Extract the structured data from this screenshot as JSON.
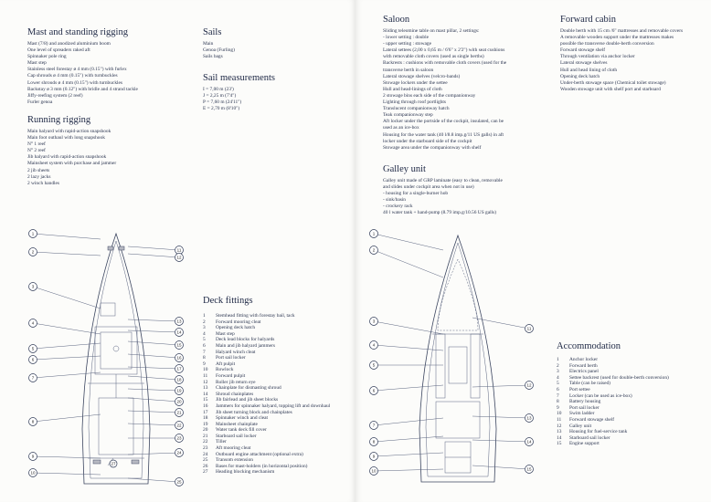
{
  "left": {
    "mast": {
      "title": "Mast and standing rigging",
      "lines": [
        "Mast (7/8) and anodized aluminium boom",
        "One level of spreaders raked aft",
        "Spinnaker pole ring",
        "Mast step",
        "Stainless steel forestay ø 4 mm (0.15\") with furlex",
        "Cap shrouds ø 4 mm (0.15\") with turnbuckles",
        "Lower shrouds ø 4 mm (0.15\") with turnbuckles",
        "Backstay ø 3 mm (0.12\") with bridle and 4 strand tackle",
        "Jiffy-reefing system (2 reef)",
        "Furler genoa"
      ]
    },
    "running": {
      "title": "Running rigging",
      "lines": [
        "Main halyard with rapid-action snapshook",
        "Main foot outhaul with long snapshook",
        "N° 1 reef",
        "N° 2 reef",
        "Jib halyard with rapid-action snapshook",
        "Mainsheet system with purchase and jammer",
        "2 jib sheets",
        "2 lazy jacks",
        "2 winch handles"
      ]
    },
    "sails": {
      "title": "Sails",
      "lines": [
        "Main",
        "Genoa (Furling)",
        "Sails bags"
      ]
    },
    "measure": {
      "title": "Sail measurements",
      "lines": [
        "I = 7,00 m (23')",
        "J = 2,25 m (7'4\")",
        "P = 7,60 m (24'11\")",
        "E = 2,70 m (8'10\")"
      ]
    },
    "deck": {
      "title": "Deck fittings",
      "items": [
        {
          "n": "1",
          "t": "Stemhead fitting with forestay bail, tack"
        },
        {
          "n": "2",
          "t": "Forward mooring cleat"
        },
        {
          "n": "3",
          "t": "Opening deck hatch"
        },
        {
          "n": "4",
          "t": "Mast step"
        },
        {
          "n": "5",
          "t": "Deck lead blocks for halyards"
        },
        {
          "n": "6",
          "t": "Main and jib halyard jammers"
        },
        {
          "n": "7",
          "t": "Halyard winch cleat"
        },
        {
          "n": "8",
          "t": "Port sail locker"
        },
        {
          "n": "9",
          "t": "Aft pulpit"
        },
        {
          "n": "10",
          "t": "Rowlock"
        },
        {
          "n": "11",
          "t": "Forward pulpit"
        },
        {
          "n": "12",
          "t": "Roller jib return eye"
        },
        {
          "n": "13",
          "t": "Chainplate for dismasting shroud"
        },
        {
          "n": "14",
          "t": "Shroud chainplates"
        },
        {
          "n": "15",
          "t": "Jib fairlead and jib sheet blocks"
        },
        {
          "n": "16",
          "t": "Jammers for spinnaker halyard, topping lift and downhaul"
        },
        {
          "n": "17",
          "t": "Jib sheet turning block and chainplates"
        },
        {
          "n": "18",
          "t": "Spinnaker winch and cleat"
        },
        {
          "n": "19",
          "t": "Mainsheet chainplate"
        },
        {
          "n": "20",
          "t": "Water tank deck fill cover"
        },
        {
          "n": "21",
          "t": "Starboard sail locker"
        },
        {
          "n": "22",
          "t": "Tiller"
        },
        {
          "n": "23",
          "t": "Aft mooring cleat"
        },
        {
          "n": "24",
          "t": "Outboard engine attachment (optional extra)"
        },
        {
          "n": "25",
          "t": "Transom extension"
        },
        {
          "n": "26",
          "t": "Bases for mast-holders (in horizontal position)"
        },
        {
          "n": "27",
          "t": "Heading blocking mechanism"
        }
      ]
    },
    "callouts": {
      "left": [
        "1",
        "2",
        "3",
        "4",
        "5",
        "6",
        "7",
        "8",
        "9",
        "10"
      ],
      "right": [
        "11",
        "12",
        "13",
        "14",
        "15",
        "16",
        "17",
        "18",
        "19",
        "20",
        "21",
        "22",
        "23",
        "24",
        "25"
      ],
      "inner": "27"
    }
  },
  "right": {
    "saloon": {
      "title": "Saloon",
      "lines": [
        "Sliding teleomine table on mast pillar, 2 settings:",
        "- lower setting : double",
        "- upper setting : stowage",
        "Lateral settees (2,00 x 0,65 m / 6'6\" x 2'2\") with seat cushions",
        "with removable cloth covers (used as single berths)",
        "Backrests : cushions with removable cloth covers (used for the",
        "transverse berth in saloon",
        "Lateral stowage shelves (velcro-bands)",
        "Stowage lockers under the settee",
        "Hull and head-linings of cloth",
        "2 stowage bins each side of the companionway",
        "Lighting through roof portlights",
        "Translucent companionway hatch",
        "Teak companionway step",
        "Aft locker under the portside of the cockpit, insulated, can be",
        "used as an ice-box",
        "Housing for the water tank (40 l/8.8 imp.g/11 US galls) in aft",
        "locker under the starboard side of the cockpit",
        "Stowage area under the companionway with shelf"
      ]
    },
    "galley": {
      "title": "Galley unit",
      "lines": [
        "Galley unit made of GRP laminate (easy to clean, removable",
        "and slides under cockpit area when not in use)",
        "- housing for a single-burner hob",
        "- sink/basin",
        "- crockery rack",
        "40 l water tank + hand-pump (8.79 imp.g/10.56 US galls)"
      ]
    },
    "forward": {
      "title": "Forward cabin",
      "lines": [
        "Double berth with 15 cm /6\" mattresses and removable covers",
        "A removable wooden support under the mattresses makes",
        "possible the transverse double-berth conversion",
        "Forward stowage shelf",
        "Through ventilation via anchor locker",
        "Lateral stowage shelves",
        "Hull and head lining of cloth",
        "Opening deck hatch",
        "Under-berth stowage space (Chemical toilet stowage)",
        "Wooden stowage unit with shelf port and starboard"
      ]
    },
    "accom": {
      "title": "Accommodation",
      "items": [
        {
          "n": "1",
          "t": "Anchor locker"
        },
        {
          "n": "2",
          "t": "Forward berth"
        },
        {
          "n": "3",
          "t": "Electrics panel"
        },
        {
          "n": "4",
          "t": "Settee backrest (used for double-berth conversion)"
        },
        {
          "n": "5",
          "t": "Table (can be raised)"
        },
        {
          "n": "6",
          "t": "Port settee"
        },
        {
          "n": "7",
          "t": "Locker (can be used as ice-box)"
        },
        {
          "n": "8",
          "t": "Battery housing"
        },
        {
          "n": "9",
          "t": "Port sail locker"
        },
        {
          "n": "10",
          "t": "Swim ladder"
        },
        {
          "n": "11",
          "t": "Forward stowage shelf"
        },
        {
          "n": "12",
          "t": "Galley unit"
        },
        {
          "n": "13",
          "t": "Housing for fuel-service tank"
        },
        {
          "n": "14",
          "t": "Starboard sail locker"
        },
        {
          "n": "15",
          "t": "Engine support"
        }
      ]
    },
    "callouts": {
      "left": [
        "1",
        "2",
        "3",
        "4",
        "5",
        "6",
        "7",
        "8",
        "9",
        "10"
      ],
      "right": [
        "11",
        "12",
        "13",
        "14",
        "15"
      ]
    }
  }
}
